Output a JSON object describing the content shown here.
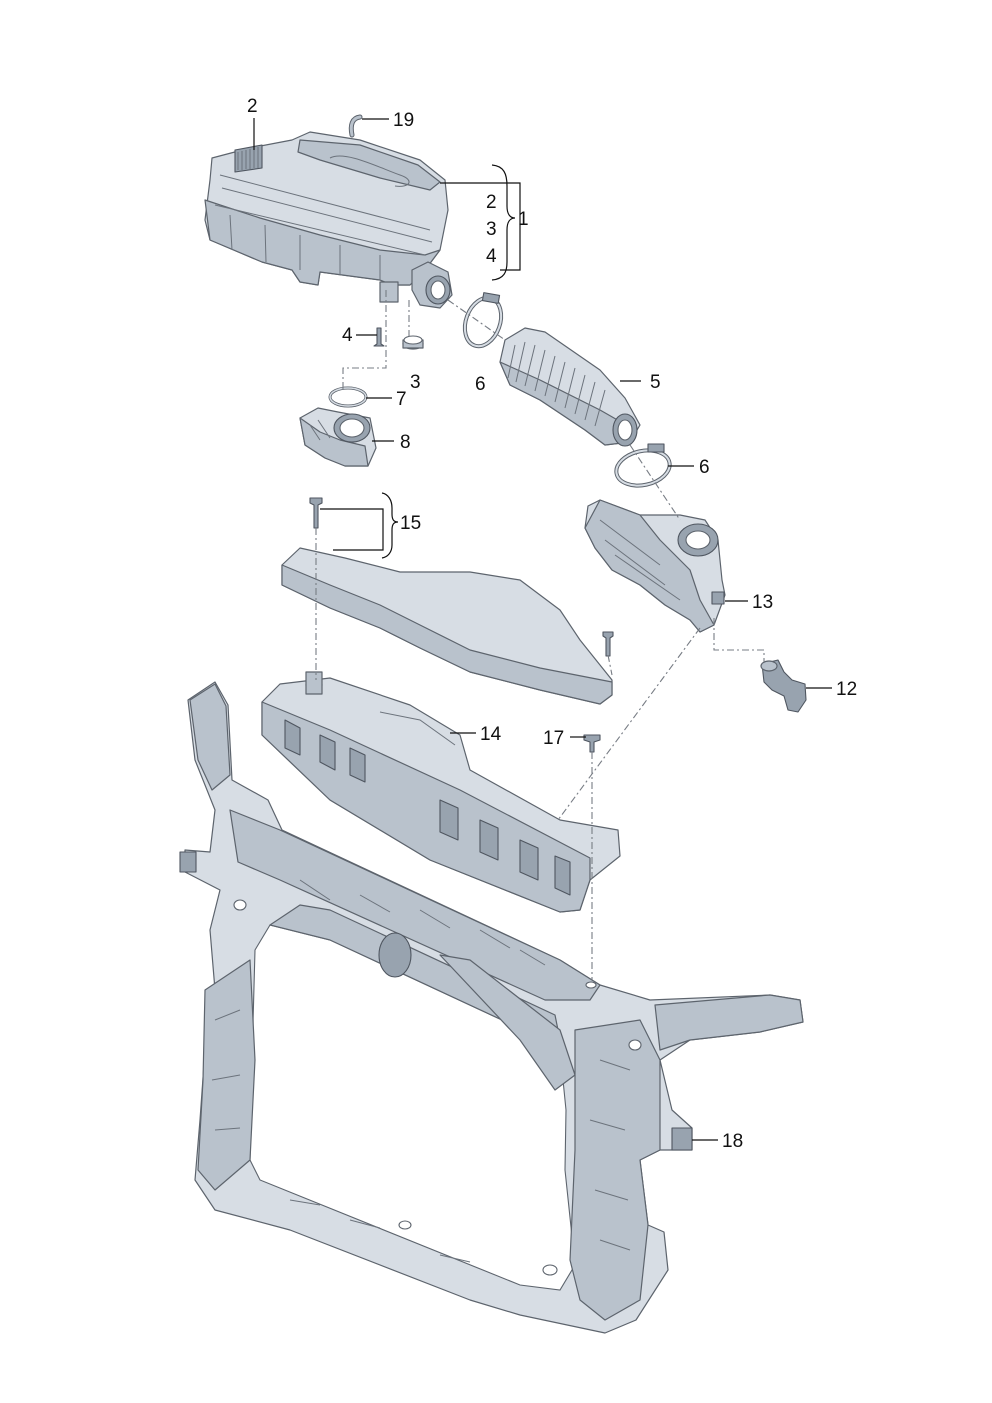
{
  "labels": {
    "l1": "1",
    "l2_top": "2",
    "l2_group": "2",
    "l3_group": "3",
    "l4_group": "4",
    "l3": "3",
    "l4": "4",
    "l5": "5",
    "l6_a": "6",
    "l6_b": "6",
    "l7": "7",
    "l8": "8",
    "l12": "12",
    "l13": "13",
    "l14": "14",
    "l15": "15",
    "l17": "17",
    "l18": "18",
    "l19": "19"
  },
  "colors": {
    "background": "#ffffff",
    "part_fill": "#d7dde4",
    "part_shade": "#b9c2cc",
    "part_edge": "#5d646d",
    "label_text": "#111111"
  }
}
